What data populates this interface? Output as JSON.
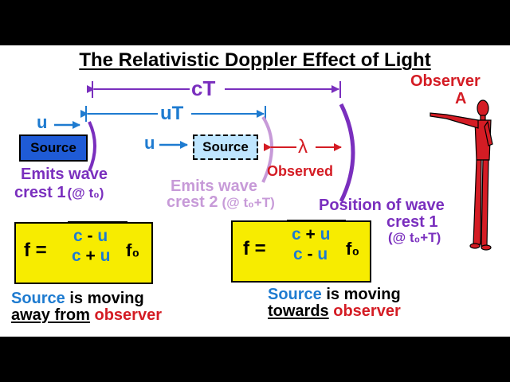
{
  "title": "The Relativistic Doppler Effect of Light",
  "labels": {
    "cT": "cT",
    "uT": "uT",
    "u1": "u",
    "u2": "u",
    "lambda": "λ",
    "observed": "Observed"
  },
  "source_boxes": {
    "source1": "Source",
    "source2": "Source"
  },
  "observer": {
    "line1": "Observer",
    "line2": "A"
  },
  "emits_crest1": {
    "line1": "Emits wave",
    "line2": "crest 1",
    "time": "(@ t₀)"
  },
  "emits_crest2": {
    "line1": "Emits wave",
    "line2": "crest 2",
    "time": "(@ t₀+T)"
  },
  "position_crest1": {
    "line1": "Position of wave",
    "line2": "crest 1",
    "time": "(@ t₀+T)"
  },
  "formula_away": {
    "lhs": "f =",
    "num_c": "c",
    "num_op": " - ",
    "num_u": "u",
    "den_c": "c",
    "den_op": " + ",
    "den_u": "u",
    "f0": "f₀"
  },
  "formula_towards": {
    "lhs": "f =",
    "num_c": "c",
    "num_op": " + ",
    "num_u": "u",
    "den_c": "c",
    "den_op": " - ",
    "den_u": "u",
    "f0": "f₀"
  },
  "caption_away": {
    "source": "Source",
    "is_moving": " is moving",
    "away_from": "away from",
    "observer": " observer"
  },
  "caption_towards": {
    "source": "Source",
    "is_moving": " is moving",
    "towards": "towards",
    "observer": " observer"
  },
  "colors": {
    "purple": "#7a2fbe",
    "lavender": "#c79ad8",
    "blue": "#1e7bd0",
    "red": "#d41c24",
    "yellow": "#f7ec00",
    "source_fill_1": "#1f5bd6",
    "source_fill_2": "#bfe6ff"
  }
}
